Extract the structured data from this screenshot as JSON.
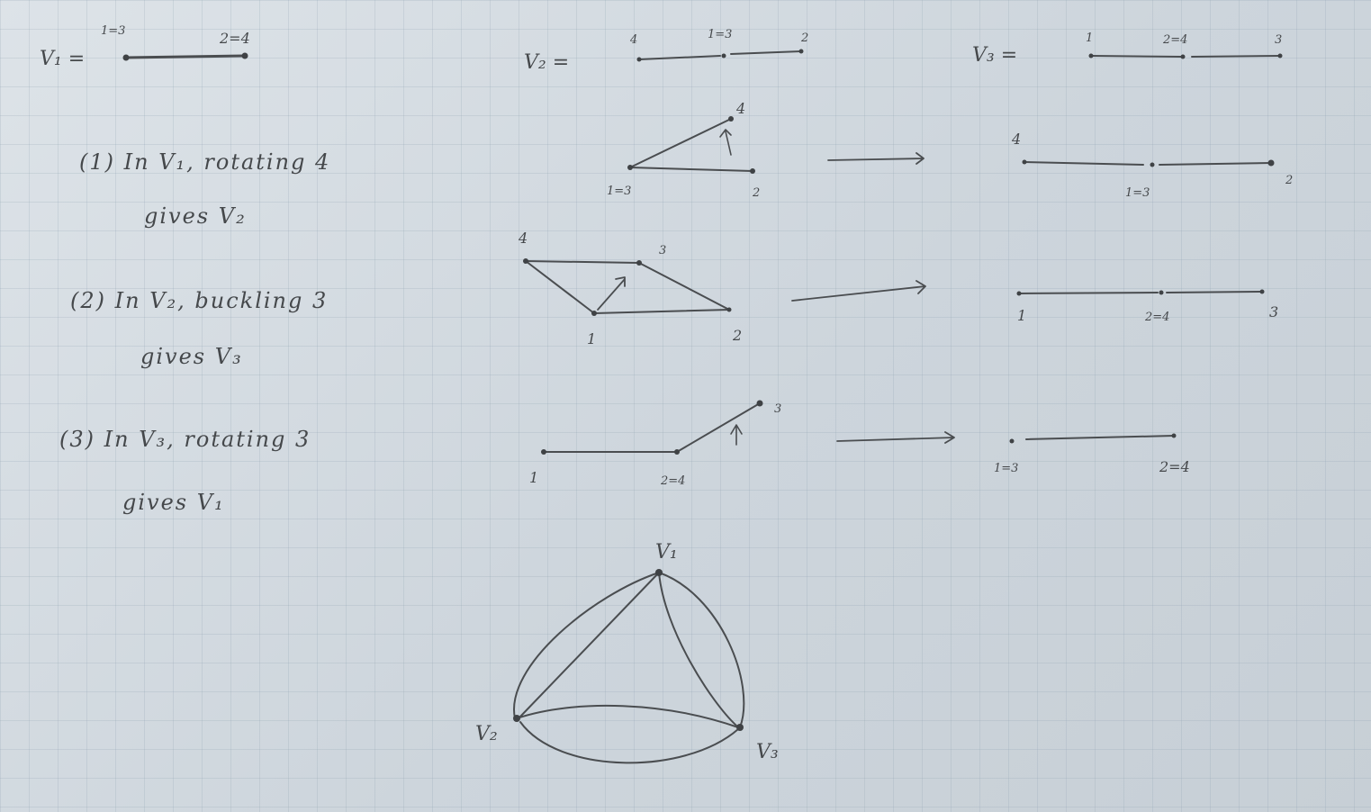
{
  "definitions": {
    "v1": {
      "name": "V₁ =",
      "left_label": "1=3",
      "right_label": "2=4"
    },
    "v2": {
      "name": "V₂ =",
      "left_label": "4",
      "mid_label": "1=3",
      "right_label": "2"
    },
    "v3": {
      "name": "V₃ =",
      "left_label": "1",
      "mid_label": "2=4",
      "right_label": "3"
    }
  },
  "steps": [
    {
      "line1": "(1)  In  V₁,  rotating 4",
      "line2": "gives  V₂",
      "before": {
        "a": "1=3",
        "b": "2",
        "c": "4"
      },
      "after": {
        "left": "4",
        "mid": "1=3",
        "right": "2"
      }
    },
    {
      "line1": "(2)  In  V₂,  buckling  3",
      "line2": "gives  V₃",
      "before": {
        "a": "4",
        "b": "3",
        "c": "1",
        "d": "2"
      },
      "after": {
        "left": "1",
        "mid": "2=4",
        "right": "3"
      }
    },
    {
      "line1": "(3)  In  V₃,  rotating  3",
      "line2": "gives  V₁",
      "before": {
        "a": "1",
        "b": "2=4",
        "c": "3"
      },
      "after": {
        "left": "1=3",
        "right": "2=4"
      }
    }
  ],
  "graph": {
    "v1": "V₁",
    "v2": "V₂",
    "v3": "V₃"
  }
}
